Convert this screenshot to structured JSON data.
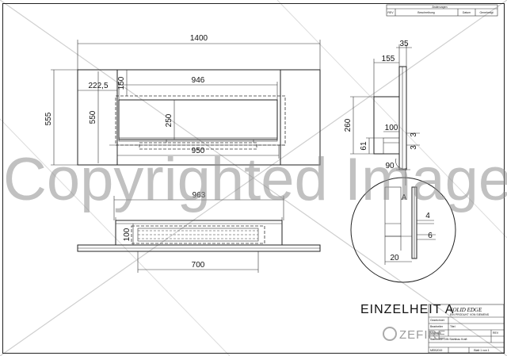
{
  "revision_table": {
    "title": "Änderungen",
    "columns": [
      "REV",
      "Beschreibung",
      "Datum",
      "Genehmigt"
    ]
  },
  "front_view": {
    "dims": {
      "overall_width": "1400",
      "overall_height": "555",
      "inner_height": "550",
      "left_offset": "222,5",
      "top_offset": "150",
      "opening_width": "946",
      "opening_height": "250",
      "burner_width": "950"
    }
  },
  "top_view": {
    "dims": {
      "width": "963",
      "depth": "100",
      "burner_length": "700"
    }
  },
  "side_view": {
    "dims": {
      "thickness": "35",
      "offset": "155",
      "height": "260",
      "depth": "100",
      "bottom": "61",
      "gap_a": "3",
      "gap_b": "3",
      "angle": "90"
    }
  },
  "detail_a": {
    "label": "A",
    "dims": {
      "d4": "4",
      "d6": "6",
      "d20": "20"
    }
  },
  "detail_title": "EINZELHEIT A",
  "title_block": {
    "brand": "SOLID EDGE",
    "brand_sub": "EIN PRODUKT VON SIEMENS",
    "label_gezeichnet": "Gezeichnet",
    "label_bearbeiter": "Bearbeiter",
    "label_masstab": "Maßstab",
    "scale_value": "1:20",
    "label_titel": "Titel",
    "drawing_title": "Stahlblech DIN Stahlbau Kraft",
    "doc_number": "MEB2019",
    "label_blatt": "Blatt 1 von 1",
    "label_rev": "REV"
  },
  "watermark": {
    "text": "Copyrighted Image",
    "brand": "ZEFIRE"
  }
}
